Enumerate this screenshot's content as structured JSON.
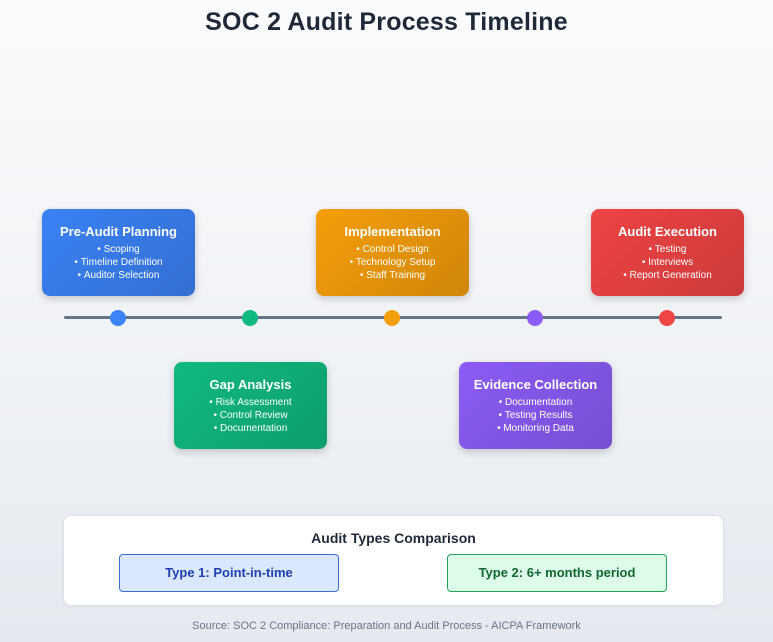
{
  "title": "SOC 2 Audit Process Timeline",
  "phases": [
    {
      "title": "Pre-Audit Planning",
      "items": [
        "Scoping",
        "Timeline Definition",
        "Auditor Selection"
      ],
      "color": "#3b82f6",
      "position": "above"
    },
    {
      "title": "Gap Analysis",
      "items": [
        "Risk Assessment",
        "Control Review",
        "Documentation"
      ],
      "color": "#10b981",
      "position": "below"
    },
    {
      "title": "Implementation",
      "items": [
        "Control Design",
        "Technology Setup",
        "Staff Training"
      ],
      "color": "#f59e0b",
      "position": "above"
    },
    {
      "title": "Evidence Collection",
      "items": [
        "Documentation",
        "Testing Results",
        "Monitoring Data"
      ],
      "color": "#8b5cf6",
      "position": "below"
    },
    {
      "title": "Audit Execution",
      "items": [
        "Testing",
        "Interviews",
        "Report Generation"
      ],
      "color": "#ef4444",
      "position": "above"
    }
  ],
  "comparison": {
    "title": "Audit Types Comparison",
    "type1": "Type 1: Point-in-time",
    "type2": "Type 2: 6+ months period"
  },
  "source": "Source: SOC 2 Compliance: Preparation and Audit Process - AICPA Framework"
}
